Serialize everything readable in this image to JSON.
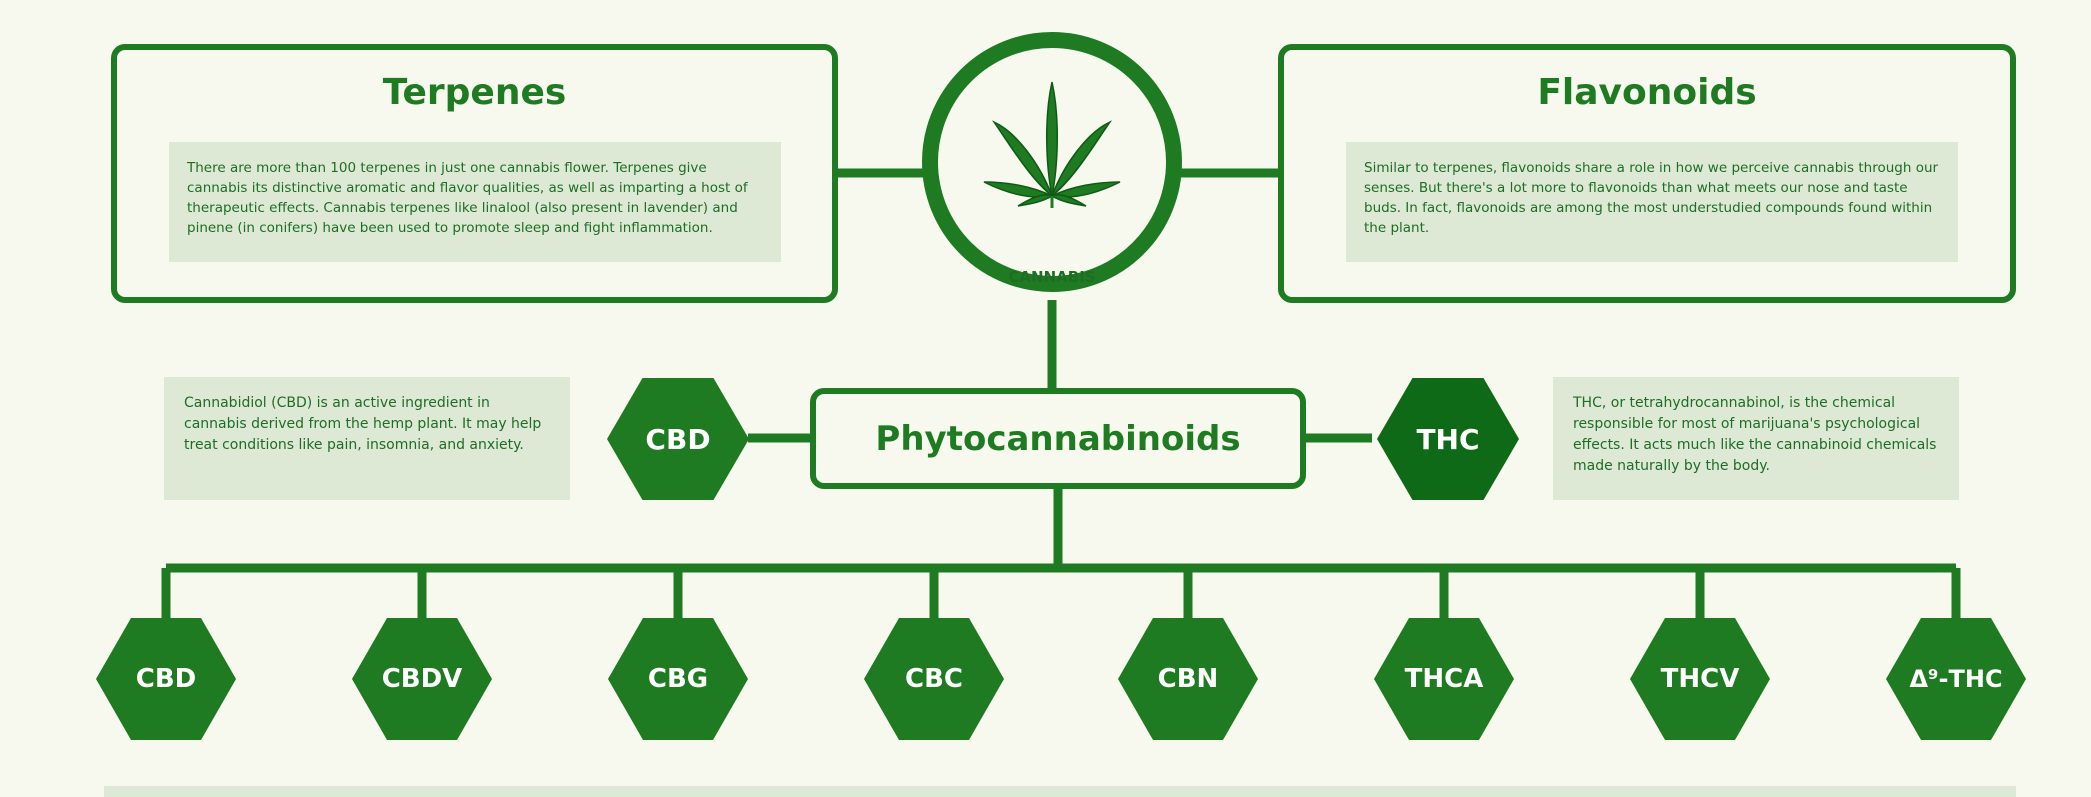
{
  "center": {
    "label": "CANNABIS",
    "icon": "cannabis-leaf-icon"
  },
  "terpenes": {
    "title": "Terpenes",
    "text": "There are more than 100 terpenes in just one cannabis flower. Terpenes give cannabis its distinctive aromatic and flavor qualities, as well as imparting a host of therapeutic effects. Cannabis terpenes like linalool (also present in lavender) and pinene (in conifers) have been used to promote sleep and fight inflammation."
  },
  "flavonoids": {
    "title": "Flavonoids",
    "text": "Similar to terpenes, flavonoids share a role in how we perceive cannabis through our senses. But there's a lot more to flavonoids than what meets our nose and taste buds. In fact, flavonoids are among the most understudied compounds found within the plant."
  },
  "phyto": {
    "title": "Phytocannabinoids"
  },
  "cbd_side": {
    "label": "CBD",
    "text": "Cannabidiol (CBD) is an active ingredient in cannabis derived from the hemp plant. It may help treat conditions like pain, insomnia, and anxiety."
  },
  "thc_side": {
    "label": "THC",
    "text": "THC, or tetrahydrocannabinol, is the chemical responsible for most of marijuana's psychological effects. It acts much like the cannabinoid chemicals made naturally by the body."
  },
  "compounds": [
    "CBD",
    "CBDV",
    "CBG",
    "CBC",
    "CBN",
    "THCA",
    "THCV",
    "Δ⁹-THC"
  ],
  "colors": {
    "green": "#1e7b22",
    "dark_green": "#0f6a18",
    "panel": "#dde9d5",
    "background": "#f8f9ee"
  }
}
